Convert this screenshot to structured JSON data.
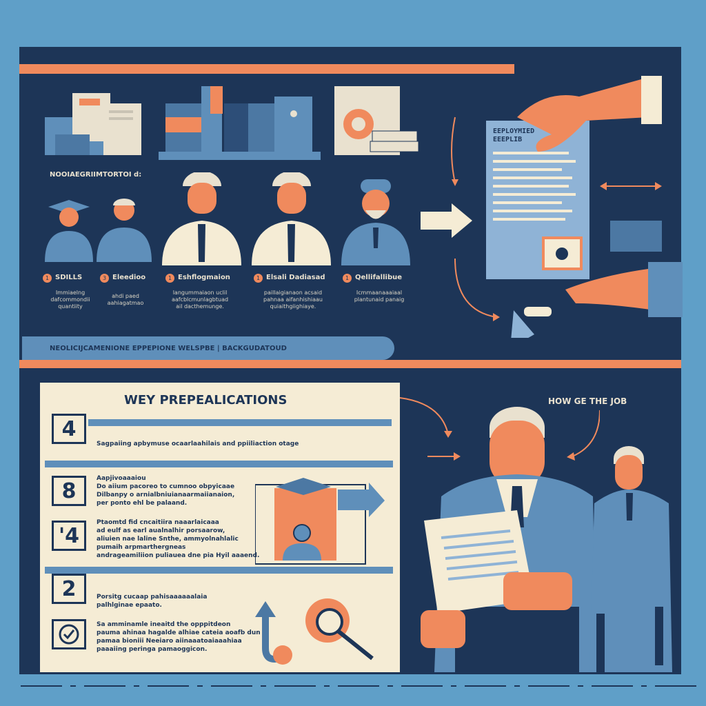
{
  "top_section": {
    "header_label": "NOOIAEGRIIMTORTOI d:",
    "banner": "NEOLICIJCAMENIONE EPPEPIONE WELSPBE | BACKGUDATOUD",
    "doc_title_lines": [
      "EEPLOYMIED",
      "EEEPLIB"
    ],
    "people": [
      {
        "num": "1",
        "label": "SDILLS",
        "desc": [
          "Immiaelng",
          "dafcommondii",
          "quantiity"
        ]
      },
      {
        "num": "3",
        "label": "Eleedioo",
        "desc": [
          "ahdi paed",
          "aahiagatmao"
        ]
      },
      {
        "num": "1",
        "label": "Eshflogmaion",
        "desc": [
          "langummaiaon uclil",
          "aafcblcmunlagbtuad",
          "ail dacthemunge."
        ]
      },
      {
        "num": "1",
        "label": "Elsali Dadiasad",
        "desc": [
          "paillaigianaon acsaid",
          "pahnaa aifanhishiaau",
          "quiaithgiighiaye."
        ]
      },
      {
        "num": "1",
        "label": "Qellifallibue",
        "desc": [
          "Icmmaanaaaiaal",
          "plantunaid panaig"
        ]
      }
    ]
  },
  "bottom_section": {
    "card_title": "WEY PREPEALICATIONS",
    "how_label": "HOW GE THE JOB",
    "steps": [
      {
        "num": "4",
        "text": [
          "Sagpaiing apbymuse ocaarlaahilais and ppiiliaction otage"
        ]
      },
      {
        "num": "8",
        "heading": "Aapjivoaaaiou",
        "text": [
          "Do aiium pacoreo to cumnoo obpyicaae",
          "Dilbanpy o arnialbniuianaarmaiianaion,",
          "per ponto ehl be palaand."
        ]
      },
      {
        "num": "'4",
        "text": [
          "Ptaomtd fid cncaitiira naaarlaicaaa",
          "ad eulf as earl aualnalhir porsaarow,",
          "aliuien nae laline Snthe,  ammyolnahlalic",
          "pumaih arpmarthergneas",
          "andrageamiliion puliauea dne pia Hyil aaaend."
        ]
      },
      {
        "num": "2",
        "text": [
          "Porsitg cucaap pahisaaaaaalaia",
          "palhlginae epaato."
        ]
      },
      {
        "num": "",
        "text": [
          "Sa amminamle ineaitd the opppitdeon",
          "pauma ahinaa hagalde alhiae cateia aoafb dun",
          "pamaa bioniii Neeiaro aiinaaatoaiaaahiaa",
          "paaaiing peringa pamaoggicon."
        ]
      }
    ]
  },
  "colors": {
    "navy": "#1d3557",
    "orange": "#f08a5d",
    "blue": "#5f8fba",
    "cream": "#f5ecd5",
    "bg": "#5f9fc8"
  }
}
